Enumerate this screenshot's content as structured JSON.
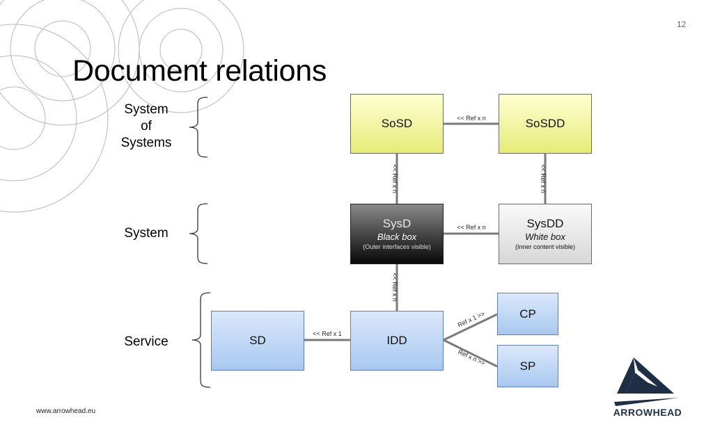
{
  "slide": {
    "page_number": "12",
    "title": "Document relations",
    "footer": "www.arrowhead.eu",
    "logo_text": "ARROWHEAD"
  },
  "levels": {
    "sos": "System\nof\nSystems",
    "system": "System",
    "service": "Service"
  },
  "boxes": {
    "sosd": {
      "title": "SoSD"
    },
    "sosdd": {
      "title": "SoSDD"
    },
    "sysd": {
      "title": "SysD",
      "subtitle": "Black box",
      "note": "(Outer interfaces visible)"
    },
    "sysdd": {
      "title": "SysDD",
      "subtitle": "White box",
      "note": "(Inner content visible)"
    },
    "sd": {
      "title": "SD"
    },
    "idd": {
      "title": "IDD"
    },
    "cp": {
      "title": "CP"
    },
    "sp": {
      "title": "SP"
    }
  },
  "connectors": {
    "sosdd_sosd": "<< Ref x n",
    "sysd_sosd": "<< Ref x n",
    "sysdd_sosdd": "<< Ref x n",
    "sysdd_sysd": "<< Ref x n",
    "idd_sysd": "<< Ref x n",
    "idd_sd": "<< Ref x 1",
    "idd_cp": "Ref x 1 >>",
    "idd_sp": "Ref x n >>"
  },
  "colors": {
    "yellow_box": "#e6eb79",
    "blue_box": "#a9c8f0",
    "dark_box": "#404040",
    "connector": "#7a7a7a",
    "logo": "#1e2f45"
  }
}
